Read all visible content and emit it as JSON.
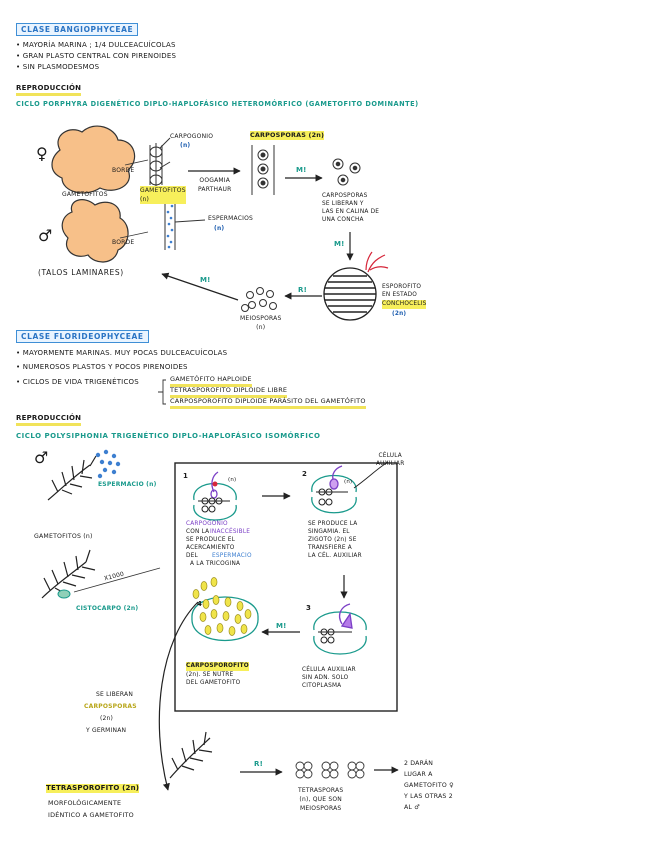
{
  "section1": {
    "title": "CLASE BANGIOPHYCEAE",
    "bullets": [
      "• MAYORÍA MARINA ; 1/4 DULCEACUÍCOLAS",
      "• GRAN PLASTO CENTRAL CON PIRENOIDES",
      "• SIN PLASMODESMOS"
    ],
    "repro_heading": "REPRODUCCIÓN",
    "cycle_title": "CICLO PORPHYRA DIGENÉTICO DIPLO-HAPLOFÁSICO HETEROMÓRFICO (GAMETOFITO DOMINANTE)",
    "labels": {
      "female": "♀",
      "male": "♂",
      "gametofitos": "GAMETOFITOS",
      "borde1": "BORDE",
      "borde2": "BORDE",
      "carpogonio": "CARPOGONIO",
      "carpogonio_n": "(n)",
      "gametofitos_n": "GAMETOFITOS\n(n)",
      "espermacios": "ESPERMACIOS",
      "espermacios_n": "(n)",
      "oogamia": "OOGAMIA\nPARTHAUR",
      "carposporas": "CARPOSPORAS (2n)",
      "m1": "M!",
      "carposporas_liberan": "CARPOSPORAS\nSE LIBERAN Y\nLAS EN CALINA DE\nUNA CONCHA",
      "m2": "M!",
      "esporofito": "ESPOROFITO\nEN ESTADO",
      "conchocelis": "CONCHOCELIS",
      "esporofito_2n": "(2n)",
      "r1": "R!",
      "meiosporas": "MEIOSPORAS\n(n)",
      "m3": "M!",
      "talos": "(TALOS LAMINARES)"
    }
  },
  "section2": {
    "title": "CLASE FLORIDEOPHYCEAE",
    "bullets": [
      "• MAYORMENTE MARINAS. MUY POCAS DULCEACUÍCOLAS",
      "• NUMEROSOS PLASTOS Y POCOS PIRENOIDES",
      "• CICLOS DE VIDA TRIGENÉTICOS"
    ],
    "phases": [
      "GAMETÓFITO HAPLOIDE",
      "TETRASPOROFITO DIPLOIDE LIBRE",
      "CARPOSPOROFITO DIPLOIDE PARÁSITO DEL GAMETÓFITO"
    ],
    "repro_heading": "REPRODUCCIÓN",
    "cycle_title": "CICLO POLYSIPHONIA TRIGENÉTICO DIPLO-HAPLOFÁSICO ISOMÓRFICO",
    "labels": {
      "male": "♂",
      "espermacio": "ESPERMACIO (n)",
      "gametofitos_n": "GAMETOFITOS (n)",
      "x1000": "X1000",
      "cistocarpo": "CISTOCARPO (2n)",
      "celula_auxiliar_top": "CÉLULA\nAUXILIAR",
      "step1": "1",
      "step2": "2",
      "step3": "3",
      "step4": "4",
      "n_label": "(n)",
      "n_label2": "(n)",
      "carpogonio_word": "CARPOGONIO",
      "inaccesible": "INACCÉSIBLE",
      "espermacio_word": "ESPERMACIO",
      "step1_text_a": "CON LA",
      "step1_text_b": "SE PRODUCE EL\nACERCAMIENTO\nDEL",
      "step1_text_c": "A LA TRICOGINA",
      "step2_text": "SE PRODUCE LA\nSINGAMIA. EL\nZIGOTO (2n) SE\nTRANSFIERE A\nLA CÉL. AUXILIAR",
      "m_box": "M!",
      "step3_text": "CÉLULA AUXILIAR\nSIN ADN. SOLO\nCITOPLASMA",
      "step4_text_a": "CARPOSPOROFITO",
      "step4_text_b": "(2n). SE NUTRE\nDEL GAMETOFITO",
      "se_liberan": "SE LIBERAN",
      "carposporas": "CARPOSPORAS",
      "carposporas_2n": "(2n)",
      "germinan": "Y GERMINAN",
      "tetrasporofito": "TETRASPOROFITO (2n)",
      "tetra_desc": "MORFOLÓGICAMENTE\nIDÉNTICO A GAMETOFITO",
      "r2": "R!",
      "tetrasporas": "TETRASPORAS\n(n), QUE SON\nMEIOSPORAS",
      "final": "2 DARÁN\nLUGAR A\nGAMETOFITO ♀\nY LAS OTRAS 2\nAL ♂"
    }
  }
}
